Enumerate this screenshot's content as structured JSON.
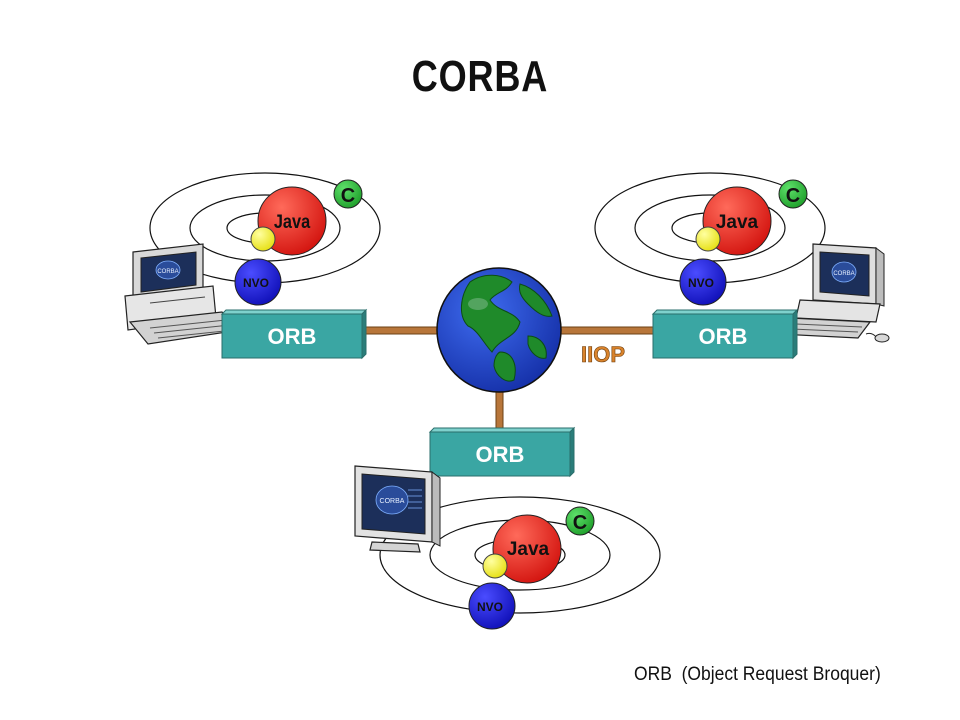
{
  "title": "CORBA",
  "footnote": "ORB  (Object Request Broquer)",
  "protocol_label": "IIOP",
  "orb_label": "ORB",
  "screen_label": "CORBA",
  "nodes": [
    {
      "id": "left",
      "orb": "ORB",
      "java": "Java",
      "c": "C",
      "nvo": "NVO"
    },
    {
      "id": "right",
      "orb": "ORB",
      "java": "Java",
      "c": "C",
      "nvo": "NVO"
    },
    {
      "id": "bottom",
      "orb": "ORB",
      "java": "Java",
      "c": "C",
      "nvo": "NVO"
    }
  ],
  "colors": {
    "orb_box": "#3aa6a3",
    "orb_text": "#ffffff",
    "java": "#e8201c",
    "c": "#2dba39",
    "nvo": "#1a1ad6",
    "yellow": "#f4ee28",
    "link": "#b8763a",
    "iiop": "#d9832c",
    "globe_ocean": "#1e44c8",
    "globe_land": "#1f8a2a"
  },
  "icons": [
    "globe-icon",
    "desktop-computer-icon",
    "monitor-icon"
  ]
}
